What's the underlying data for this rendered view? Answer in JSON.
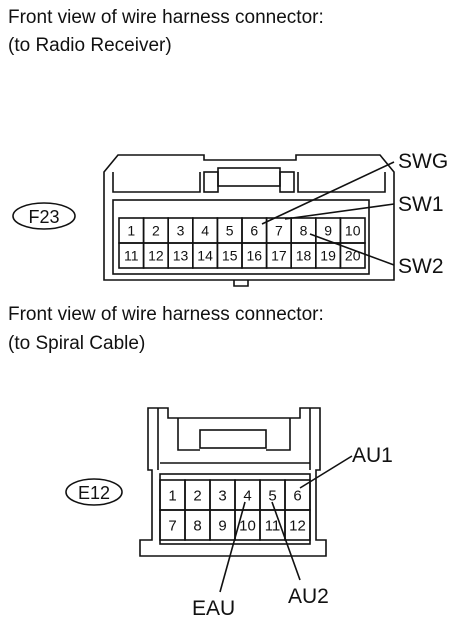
{
  "captions": {
    "f23_line1": "Front view of wire harness connector:",
    "f23_line2": "(to Radio Receiver)",
    "e12_line1": "Front view of wire harness connector:",
    "e12_line2": "(to Spiral Cable)"
  },
  "connectors": {
    "f23": {
      "code": "F23",
      "pins_row1": [
        "1",
        "2",
        "3",
        "4",
        "5",
        "6",
        "7",
        "8",
        "9",
        "10"
      ],
      "pins_row2": [
        "11",
        "12",
        "13",
        "14",
        "15",
        "16",
        "17",
        "18",
        "19",
        "20"
      ],
      "callouts": {
        "swg": "SWG",
        "sw1": "SW1",
        "sw2": "SW2"
      }
    },
    "e12": {
      "code": "E12",
      "pins_row1": [
        "1",
        "2",
        "3",
        "4",
        "5",
        "6"
      ],
      "pins_row2": [
        "7",
        "8",
        "9",
        "10",
        "11",
        "12"
      ],
      "callouts": {
        "au1": "AU1",
        "eau": "EAU",
        "au2": "AU2"
      }
    }
  }
}
